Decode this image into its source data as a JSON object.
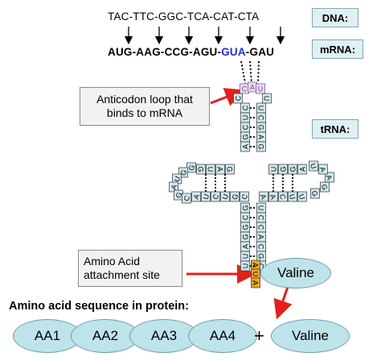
{
  "dna": {
    "label": "DNA:",
    "sequence": "TAC-TTC-GGC-TCA-CAT-CTA"
  },
  "mrna": {
    "label": "mRNA:",
    "sequence_prefix": "AUG-AAG-CCG-AGU-",
    "highlighted_codon": "GUA",
    "sequence_suffix": "-GAU"
  },
  "trna": {
    "label": "tRNA:",
    "anticodon": "CAU",
    "acceptor_end": "AUA",
    "acceptor_left": "GCGGAUU",
    "acceptor_right": "UCCACGC",
    "anticodon_stem_left": "CUCGA",
    "anticodon_stem_right": "UCGAG",
    "anticodon_loop_left": "C",
    "anticodon_loop_right": "U",
    "d_arm": "GGUAGCAUCUGC",
    "t_arm": "AACUUGGAAU"
  },
  "callouts": {
    "anticodon_loop": "Anticodon loop that binds to mRNA",
    "attachment_site": "Amino Acid attachment site"
  },
  "amino_acid": "Valine",
  "protein": {
    "heading": "Amino acid sequence in protein:",
    "chain": [
      "AA1",
      "AA2",
      "AA3",
      "AA4"
    ],
    "plus": "+",
    "added": "Valine"
  },
  "colors": {
    "box_fill": "#dff0f3",
    "ellipse_fill": "#bfe3ea",
    "nucleotide_fill": "#cfe9ee",
    "anticodon_fill": "#eadff0",
    "anticodon_border": "#7b3f9e",
    "acceptor_fill": "#e8a52a",
    "arrow_red": "#e3211c",
    "codon_blue": "#1f2fd8"
  }
}
